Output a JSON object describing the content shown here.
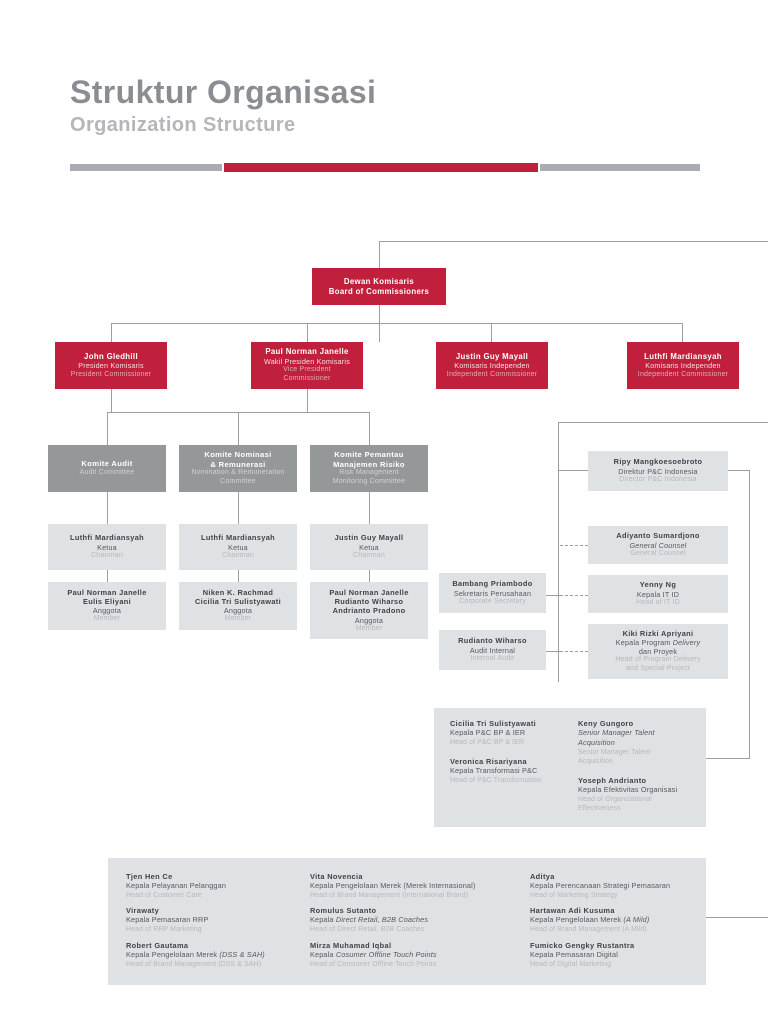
{
  "header": {
    "title_id": "Struktur Organisasi",
    "title_en": "Organization Structure"
  },
  "board": {
    "name_id": "Dewan Komisaris",
    "name_en": "Board of Commissioners"
  },
  "commissioners": [
    {
      "name": "John Gledhill",
      "role_id": "Presiden Komisaris",
      "role_en": "President Commissioner"
    },
    {
      "name": "Paul Norman Janelle",
      "role_id": "Wakil Presiden Komisaris",
      "role_en": "Vice President",
      "role_en2": "Commissioner"
    },
    {
      "name": "Justin Guy Mayall",
      "role_id": "Komisaris Independen",
      "role_en": "Independent Commissioner"
    },
    {
      "name": "Luthfi Mardiansyah",
      "role_id": "Komisaris Independen",
      "role_en": "Independent Commissioner"
    }
  ],
  "committees": [
    {
      "title_id": "Komite Audit",
      "title_en": "Audit Committee",
      "chair": {
        "name": "Luthfi Mardiansyah",
        "role_id": "Ketua",
        "role_en": "Chairman"
      },
      "members": {
        "name1": "Paul Norman Janelle",
        "name2": "Eulis Eliyani",
        "role_id": "Anggota",
        "role_en": "Member"
      }
    },
    {
      "title_id": "Komite Nominasi",
      "title_id2": "& Remunerasi",
      "title_en": "Nomination & Remuneration",
      "title_en2": "Committee",
      "chair": {
        "name": "Luthfi Mardiansyah",
        "role_id": "Ketua",
        "role_en": "Chairman"
      },
      "members": {
        "name1": "Niken K. Rachmad",
        "name2": "Cicilia Tri Sulistyawati",
        "role_id": "Anggota",
        "role_en": "Member"
      }
    },
    {
      "title_id": "Komite Pemantau",
      "title_id2": "Manajemen Risiko",
      "title_en": "Risk Management",
      "title_en2": "Monitoring Committee",
      "chair": {
        "name": "Justin Guy Mayall",
        "role_id": "Ketua",
        "role_en": "Chairman"
      },
      "members": {
        "name1": "Paul Norman Janelle",
        "name2": "Rudianto Wiharso",
        "name3": "Andrianto Pradono",
        "role_id": "Anggota",
        "role_en": "Member"
      }
    }
  ],
  "staff_mid": [
    {
      "name": "Bambang Priambodo",
      "role_id": "Sekretaris Perusahaan",
      "role_en": "Corporate Secretary"
    },
    {
      "name": "Rudianto Wiharso",
      "role_id": "Audit Internal",
      "role_en": "Internal Audit"
    }
  ],
  "staff_right": [
    {
      "name": "Ripy Mangkoesoebroto",
      "role_id": "Direktur P&C Indonesia",
      "role_en": "Director P&C Indonesia"
    },
    {
      "name": "Adiyanto Sumardjono",
      "role_id": "General Counsel",
      "role_id_italic": true,
      "role_en": "General Counsel"
    },
    {
      "name": "Yenny Ng",
      "role_id": "Kepala IT ID",
      "role_en": "Head of IT ID"
    },
    {
      "name": "Kiki Rizki Apriyani",
      "role_id_pre": "Kepala Program ",
      "role_id_em": "Delivery",
      "role_id_line2": "dan Proyek",
      "role_en": "Head of Program Delivery",
      "role_en2": "and Special Project"
    }
  ],
  "pc_block": {
    "left": [
      {
        "name": "Cicilia Tri Sulistyawati",
        "role_id": "Kepala P&C BP & IER",
        "role_en": "Head of P&C BP & IER"
      },
      {
        "name": "Veronica Risariyana",
        "role_id": "Kepala Transformasi P&C",
        "role_en": "Head of P&C Transformation"
      }
    ],
    "right": [
      {
        "name": "Keny Gungoro",
        "role_id": "Senior Manager Talent",
        "role_id2": "Acquisition",
        "role_id_italic": true,
        "role_en": "Senior Manager Talent",
        "role_en2": "Acquisition"
      },
      {
        "name": "Yoseph Andrianto",
        "role_id": "Kepala Efektivitas Organisasi",
        "role_en": "Head of Organizational",
        "role_en2": "Effectiveness"
      }
    ]
  },
  "bottom_panel": {
    "col1": [
      {
        "name": "Tjen Hen Ce",
        "role_id": "Kepala Pelayanan Pelanggan",
        "role_en": "Head of Customer Care"
      },
      {
        "name": "Virawaty",
        "role_id": "Kepala Pemasaran RRP",
        "role_en": "Head of RRP Marketing"
      },
      {
        "name": "Robert Gautama",
        "role_id_pre": "Kepala Pengelolaan Merek ",
        "role_id_em": "(DSS & SAH)",
        "role_en": "Head of Brand Management (DSS & SAH)"
      }
    ],
    "col2": [
      {
        "name": "Vita Novencia",
        "role_id": "Kepala Pengelolaan Merek (Merek Internasional)",
        "role_en": "Head of Brand Management (International Brand)"
      },
      {
        "name": "Romulus Sutanto",
        "role_id_pre": "Kepala ",
        "role_id_em": "Direct Retail, B2B Coaches",
        "role_en": "Head of Direct Retail, B2B Coaches"
      },
      {
        "name": "Mirza Muhamad Iqbal",
        "role_id_pre": "Kepala ",
        "role_id_em": "Cosumer Offline Touch Points",
        "role_en": "Head of Consumer Offline Touch Points"
      }
    ],
    "col3": [
      {
        "name": "Aditya",
        "role_id": "Kepala Perencanaan Strategi Pemasaran",
        "role_en": "Head of Marketing Strategy"
      },
      {
        "name": "Hartawan Adi Kusuma",
        "role_id_pre": "Kepala Pengelolaan Merek ",
        "role_id_em": "(A Mild)",
        "role_en": "Head of Brand Management (A Mild)"
      },
      {
        "name": "Fumicko Gengky Rustantra",
        "role_id": "Kepala Pemasaran Digital",
        "role_en": "Head of Digital Marketing"
      }
    ]
  },
  "colors": {
    "accent_red": "#c0203c",
    "gray_dark": "#949899",
    "gray_light": "#dfe2e4",
    "line": "#9b9fa4"
  }
}
